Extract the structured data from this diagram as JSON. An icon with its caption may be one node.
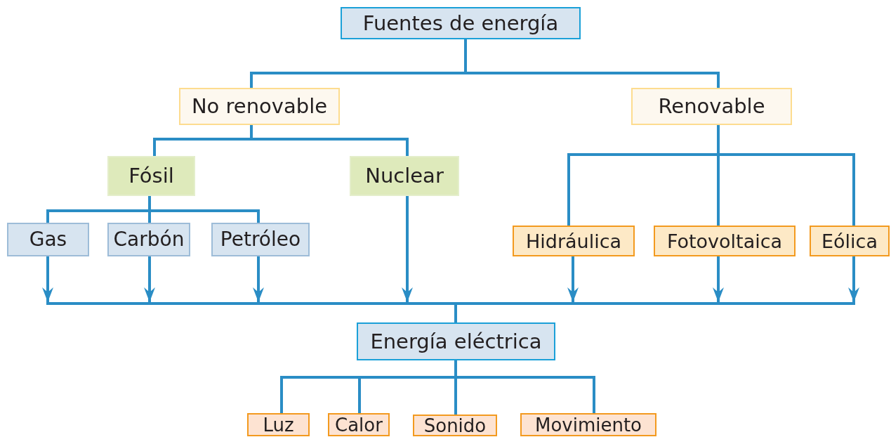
{
  "diagram": {
    "nodes": [
      {
        "text": [
          "Fuentes de energía"
        ]
      },
      {
        "text": [
          "No renovable"
        ]
      },
      {
        "text": [
          "Renovable"
        ]
      },
      {
        "text": [
          "Fósil"
        ]
      },
      {
        "text": [
          "Nuclear"
        ]
      },
      {
        "text": [
          "Gas"
        ]
      },
      {
        "text": [
          "Carbón"
        ]
      },
      {
        "text": [
          "Petróleo"
        ]
      },
      {
        "text": [
          "Hidráulica"
        ]
      },
      {
        "text": [
          "Fotovoltaica"
        ]
      },
      {
        "text": [
          "Eólica"
        ]
      },
      {
        "text": [],
        "shape": "bar"
      },
      {
        "text": [
          "Energía eléctrica"
        ]
      },
      {
        "text": [
          "Luz"
        ]
      },
      {
        "text": [
          "Calor"
        ]
      },
      {
        "text": [
          "Sonido"
        ]
      },
      {
        "text": [
          "Movimiento"
        ]
      }
    ],
    "edges": [
      {
        "from": 0,
        "to": 1,
        "arrow": "none"
      },
      {
        "from": 0,
        "to": 2,
        "arrow": "none"
      },
      {
        "from": 1,
        "to": 3,
        "arrow": "none"
      },
      {
        "from": 1,
        "to": 4,
        "arrow": "none"
      },
      {
        "from": 3,
        "to": 5,
        "arrow": "none"
      },
      {
        "from": 3,
        "to": 6,
        "arrow": "none"
      },
      {
        "from": 3,
        "to": 7,
        "arrow": "none"
      },
      {
        "from": 2,
        "to": 8,
        "arrow": "none"
      },
      {
        "from": 2,
        "to": 9,
        "arrow": "none"
      },
      {
        "from": 2,
        "to": 10,
        "arrow": "none"
      },
      {
        "from": 5,
        "to": 11,
        "arrow": "to"
      },
      {
        "from": 6,
        "to": 11,
        "arrow": "to"
      },
      {
        "from": 7,
        "to": 11,
        "arrow": "to"
      },
      {
        "from": 4,
        "to": 11,
        "arrow": "to"
      },
      {
        "from": 8,
        "to": 11,
        "arrow": "to"
      },
      {
        "from": 9,
        "to": 11,
        "arrow": "to"
      },
      {
        "from": 10,
        "to": 11,
        "arrow": "to"
      },
      {
        "from": 11,
        "to": 12,
        "arrow": "none"
      },
      {
        "from": 12,
        "to": 13,
        "arrow": "none"
      },
      {
        "from": 12,
        "to": 14,
        "arrow": "none"
      },
      {
        "from": 12,
        "to": 15,
        "arrow": "none"
      },
      {
        "from": 12,
        "to": 16,
        "arrow": "none"
      }
    ]
  }
}
